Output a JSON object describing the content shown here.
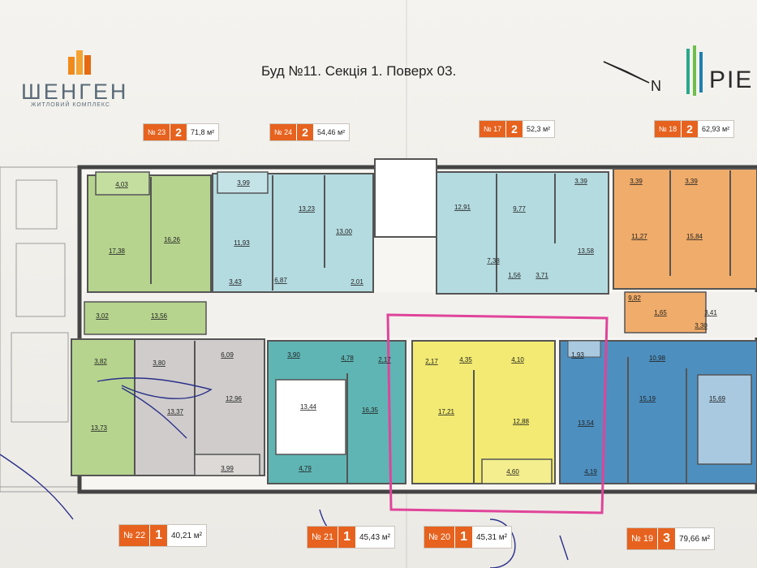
{
  "brand": {
    "name": "ШЕНГЕН",
    "subtitle": "ЖИТЛОВИЙ КОМПЛЕКС",
    "logo_icon": "orange-building-logo-icon"
  },
  "plan_title": "Буд №11. Секція 1. Поверх 03.",
  "north_label": "N",
  "partner_name": "РІЕ",
  "apartments": [
    {
      "id": "a23",
      "num": "№ 23",
      "rooms": "2",
      "area": "71,8 м²"
    },
    {
      "id": "a24",
      "num": "№ 24",
      "rooms": "2",
      "area": "54,46 м²"
    },
    {
      "id": "a17",
      "num": "№ 17",
      "rooms": "2",
      "area": "52,3 м²"
    },
    {
      "id": "a18",
      "num": "№ 18",
      "rooms": "2",
      "area": "62,93 м²"
    },
    {
      "id": "a22",
      "num": "№ 22",
      "rooms": "1",
      "area": "40,21 м²"
    },
    {
      "id": "a21",
      "num": "№ 21",
      "rooms": "1",
      "area": "45,43 м²"
    },
    {
      "id": "a20",
      "num": "№ 20",
      "rooms": "1",
      "area": "45,31 м²"
    },
    {
      "id": "a19",
      "num": "№ 19",
      "rooms": "3",
      "area": "79,66 м²"
    }
  ],
  "room_areas": {
    "green_top": [
      "4,03",
      "17,38",
      "16,26",
      "13,56",
      "3,02"
    ],
    "green_bottom": [
      "3,82",
      "13,73"
    ],
    "blue24": [
      "3,99",
      "11,93",
      "13,23",
      "13,00",
      "3,43",
      "6,87",
      "2,01"
    ],
    "blue17": [
      "12,91",
      "9,77",
      "3,39",
      "13,58",
      "7,38",
      "1,56",
      "3,71"
    ],
    "orange18": [
      "3,39",
      "3,39",
      "11,27",
      "15,84",
      "9,82",
      "1,65",
      "3,41"
    ],
    "gray22": [
      "3,80",
      "6,09",
      "13,37",
      "12,96",
      "3,99"
    ],
    "teal21": [
      "3,90",
      "4,78",
      "2,17",
      "13,44",
      "16,35",
      "4,79"
    ],
    "yellow20": [
      "2,17",
      "4,35",
      "4,10",
      "17,21",
      "12,88",
      "4,60"
    ],
    "blue19": [
      "3,30",
      "1,93",
      "10,98",
      "13,54",
      "15,19",
      "15,69",
      "4,19"
    ]
  },
  "colors": {
    "green": "#b6d48e",
    "light_blue": "#b4dbe0",
    "orange": "#f0ac6a",
    "gray": "#cfcccb",
    "teal": "#5fb5b4",
    "yellow": "#f2ea72",
    "dark_blue": "#4d8fbf",
    "tag_orange": "#e6621e",
    "highlight_pink": "#e0449a"
  }
}
